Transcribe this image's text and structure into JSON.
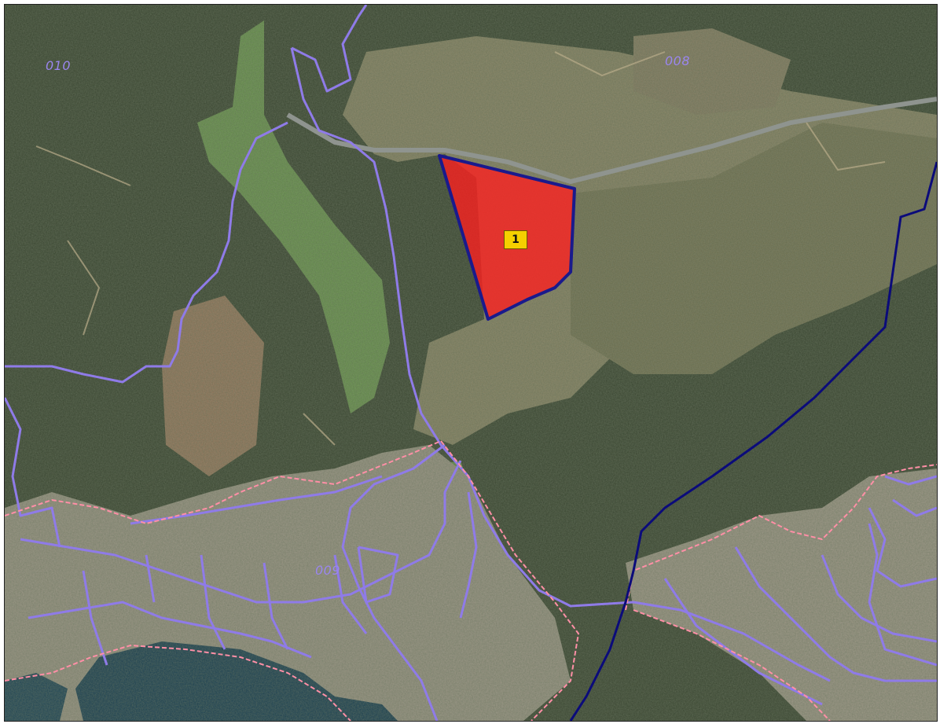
{
  "map": {
    "type": "aerial cadastral map",
    "zone_labels": [
      {
        "id": "zone-010",
        "text": "010"
      },
      {
        "id": "zone-008",
        "text": "008"
      },
      {
        "id": "zone-009",
        "text": "009"
      }
    ],
    "highlighted_parcel": {
      "number": "1",
      "fill_color": "#ff1f1f",
      "outline_color": "#1a1a8c",
      "label_background": "#f5d000"
    },
    "colors": {
      "zone_boundary": "#8f7be8",
      "zone_label": "#9a86ee",
      "urban_boundary": "#ff8fa6",
      "municipal_boundary": "#0b0b7a",
      "road": "#8a8f8a",
      "forest": "#2e3b26",
      "clearing": "#9a8b6a",
      "golf": "#5e8a42",
      "sea": "#0d3346",
      "urban": "#9d9888"
    }
  }
}
